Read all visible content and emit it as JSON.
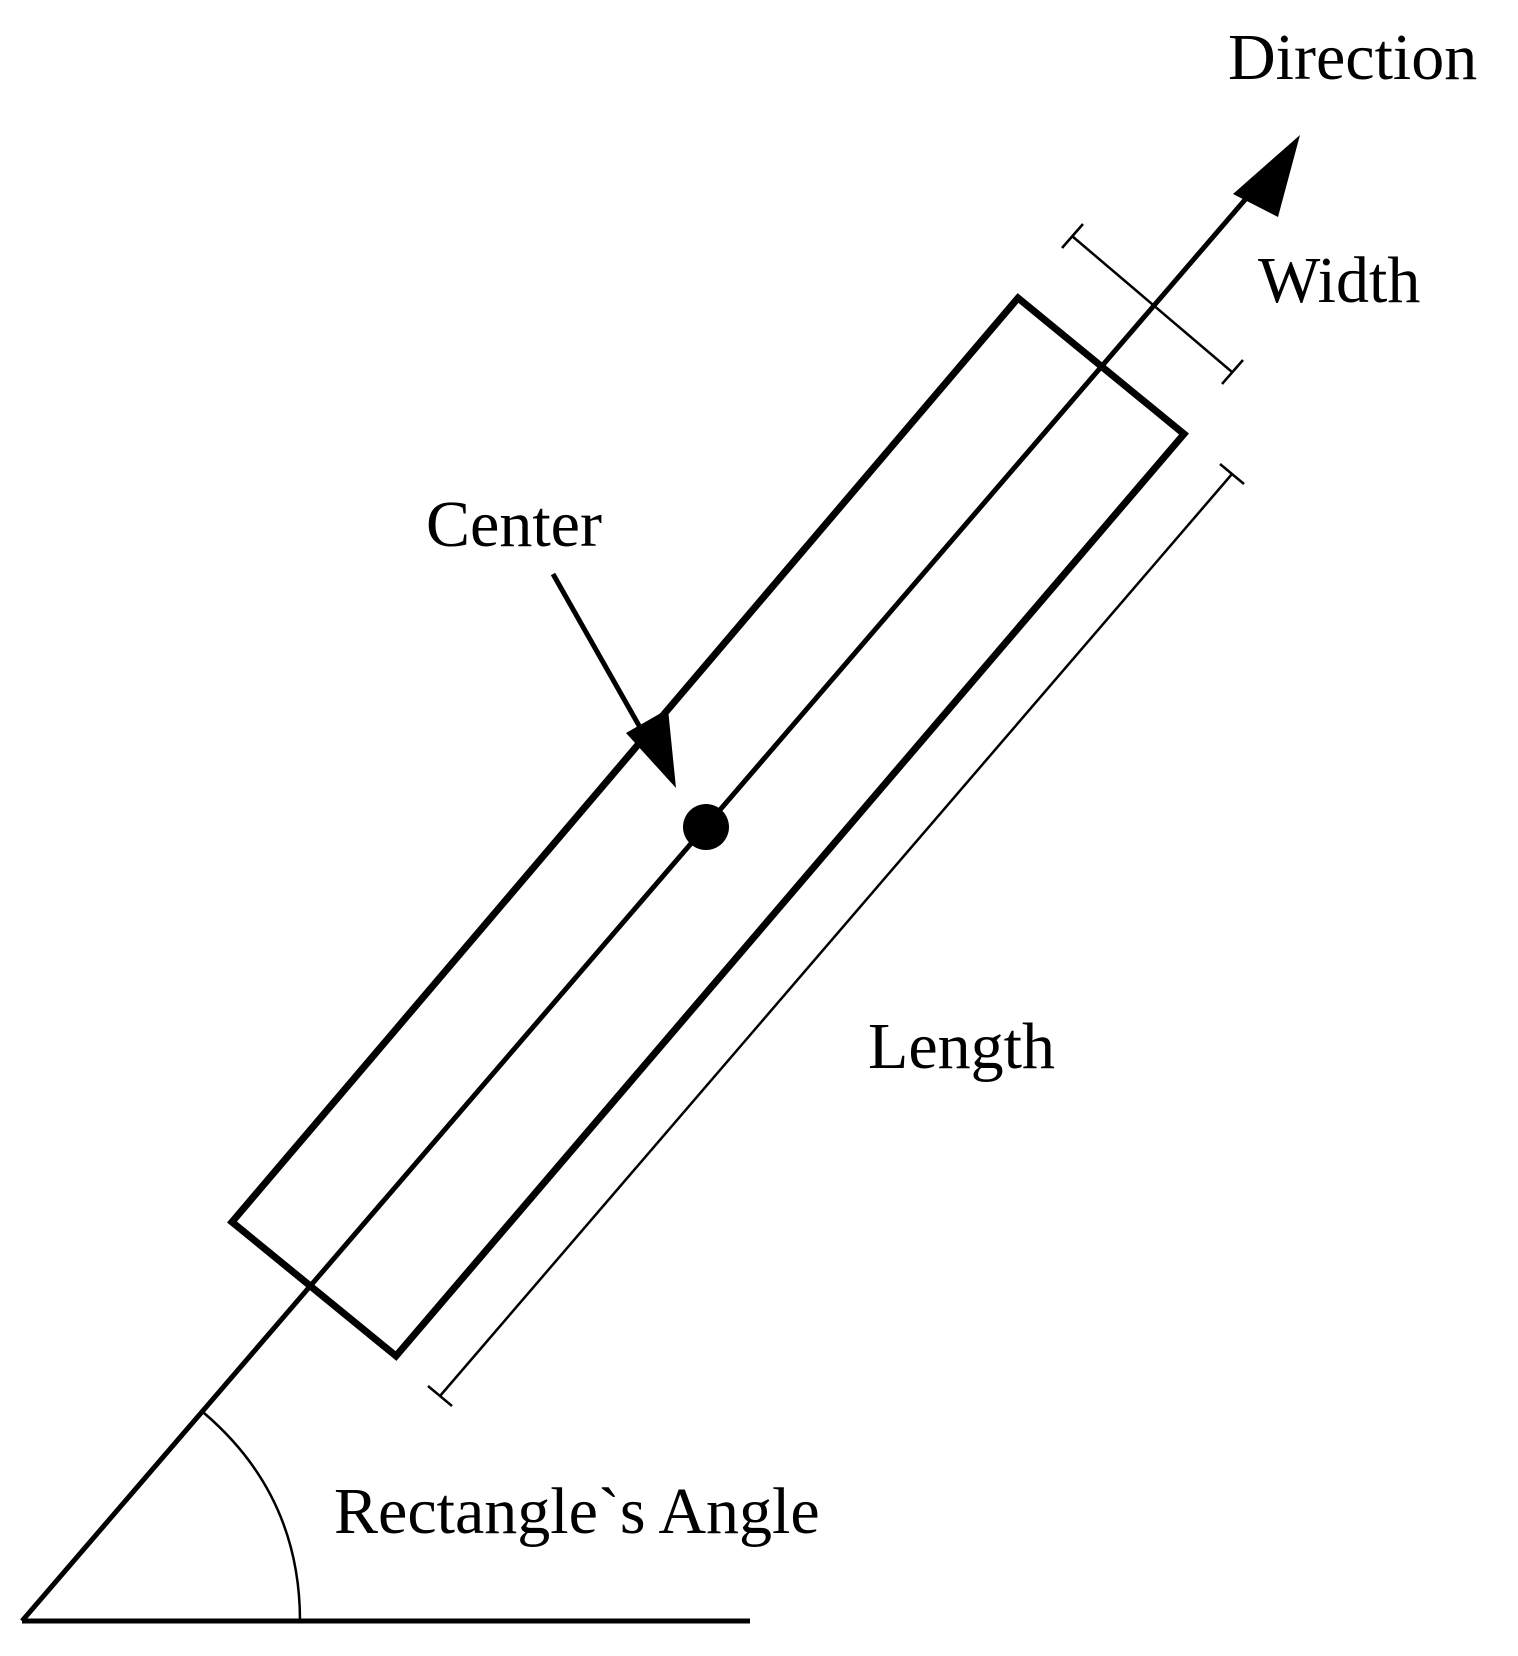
{
  "labels": {
    "direction": "Direction",
    "width": "Width",
    "center": "Center",
    "length": "Length",
    "angle": "Rectangle`s Angle"
  },
  "colors": {
    "ink": "#000000",
    "background": "#ffffff"
  }
}
